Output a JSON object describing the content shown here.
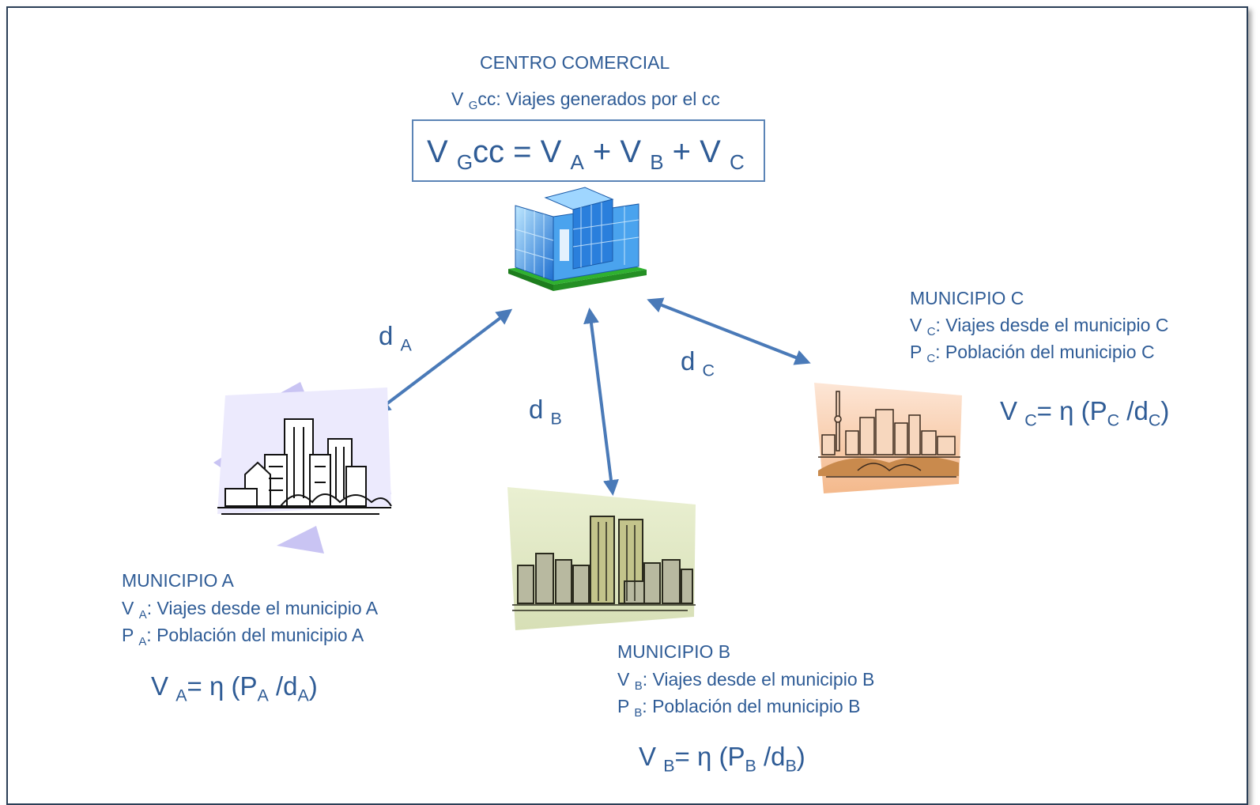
{
  "center": {
    "title": "CENTRO COMERCIAL",
    "desc_v": "V",
    "desc_sub": "G",
    "desc_rest": "cc: Viajes generados por el cc",
    "formula": {
      "v1": "V",
      "s1": "G",
      "t1": "cc = V",
      "s2": "A",
      "t2": "+ V",
      "s3": "B",
      "t3": "+ V",
      "s4": "C"
    }
  },
  "distances": {
    "a": {
      "d": "d",
      "sub": "A"
    },
    "b": {
      "d": "d",
      "sub": "B"
    },
    "c": {
      "d": "d",
      "sub": "C"
    }
  },
  "municipio_a": {
    "title": "MUNICIPIO A",
    "line1": {
      "pre": "V",
      "sub": "A",
      "rest": ": Viajes desde el municipio A"
    },
    "line2": {
      "pre": "P",
      "sub": "A",
      "rest": ": Población del municipio A"
    },
    "formula": {
      "v": "V",
      "vs": "A",
      "eq": "= η (P",
      "ps": "A",
      "mid": " /d",
      "ds": "A",
      "end": ")"
    }
  },
  "municipio_b": {
    "title": "MUNICIPIO B",
    "line1": {
      "pre": "V",
      "sub": "B",
      "rest": ": Viajes desde el municipio B"
    },
    "line2": {
      "pre": "P",
      "sub": "B",
      "rest": ": Población del municipio B"
    },
    "formula": {
      "v": "V",
      "vs": "B",
      "eq": "= η (P",
      "ps": "B",
      "mid": " /d",
      "ds": "B",
      "end": ")"
    }
  },
  "municipio_c": {
    "title": "MUNICIPIO C",
    "line1": {
      "pre": "V",
      "sub": "C",
      "rest": ": Viajes desde el municipio C"
    },
    "line2": {
      "pre": "P",
      "sub": "C",
      "rest": ": Población del municipio C"
    },
    "formula": {
      "v": "V",
      "vs": "C",
      "eq": "= η (P",
      "ps": "C",
      "mid": " /d",
      "ds": "C",
      "end": ")"
    }
  },
  "colors": {
    "text": "#2f5c96",
    "arrow": "#4a7ab8",
    "frame": "#2b3f57"
  },
  "icons": [
    "shopping-center-building-icon",
    "city-a-skyline-icon",
    "city-b-skyline-icon",
    "city-c-skyline-icon"
  ]
}
